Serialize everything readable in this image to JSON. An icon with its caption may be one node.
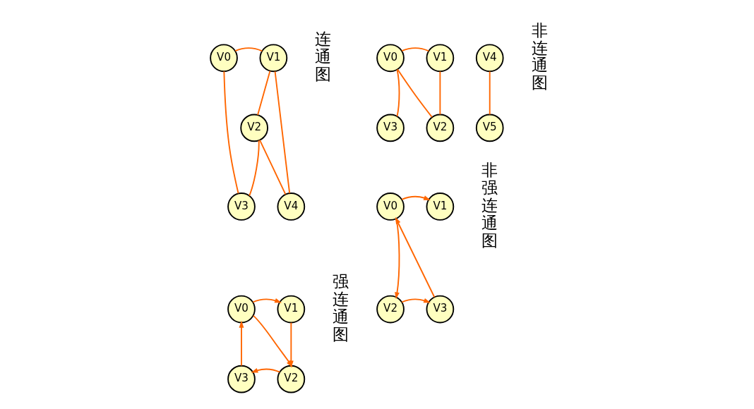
{
  "diagram": {
    "nodes": [
      {
        "text": [
          "V0"
        ]
      },
      {
        "text": [
          "V1"
        ]
      },
      {
        "text": [
          "V2"
        ]
      },
      {
        "text": [
          "V3"
        ]
      },
      {
        "text": [
          "V4"
        ]
      },
      {
        "text": [
          "V0"
        ]
      },
      {
        "text": [
          "V1"
        ]
      },
      {
        "text": [
          "V4"
        ]
      },
      {
        "text": [
          "V3"
        ]
      },
      {
        "text": [
          "V2"
        ]
      },
      {
        "text": [
          "V5"
        ]
      },
      {
        "text": [
          "V0"
        ]
      },
      {
        "text": [
          "V1"
        ]
      },
      {
        "text": [
          "V2"
        ]
      },
      {
        "text": [
          "V3"
        ]
      },
      {
        "text": [
          "V0"
        ]
      },
      {
        "text": [
          "V1"
        ]
      },
      {
        "text": [
          "V2"
        ]
      },
      {
        "text": [
          "V3"
        ]
      }
    ],
    "edges": [
      {
        "from": 0,
        "to": 1,
        "arrow": "none"
      },
      {
        "from": 0,
        "to": 3,
        "arrow": "none"
      },
      {
        "from": 1,
        "to": 2,
        "arrow": "none"
      },
      {
        "from": 1,
        "to": 4,
        "arrow": "none"
      },
      {
        "from": 2,
        "to": 3,
        "arrow": "none"
      },
      {
        "from": 2,
        "to": 4,
        "arrow": "none"
      },
      {
        "from": 5,
        "to": 6,
        "arrow": "none"
      },
      {
        "from": 5,
        "to": 8,
        "arrow": "none"
      },
      {
        "from": 5,
        "to": 9,
        "arrow": "none"
      },
      {
        "from": 6,
        "to": 9,
        "arrow": "none"
      },
      {
        "from": 7,
        "to": 10,
        "arrow": "none"
      },
      {
        "from": 11,
        "to": 12,
        "arrow": "to"
      },
      {
        "from": 11,
        "to": 13,
        "arrow": "to"
      },
      {
        "from": 12,
        "to": 13,
        "arrow": "to"
      },
      {
        "from": 13,
        "to": 14,
        "arrow": "to"
      },
      {
        "from": 14,
        "to": 11,
        "arrow": "to"
      },
      {
        "from": 15,
        "to": 16,
        "arrow": "to"
      },
      {
        "from": 15,
        "to": 17,
        "arrow": "to"
      },
      {
        "from": 17,
        "to": 18,
        "arrow": "to"
      },
      {
        "from": 18,
        "to": 15,
        "arrow": "to"
      }
    ],
    "labels": [
      "连通图",
      "非连通图",
      "强连通图",
      "非强连通图"
    ]
  }
}
